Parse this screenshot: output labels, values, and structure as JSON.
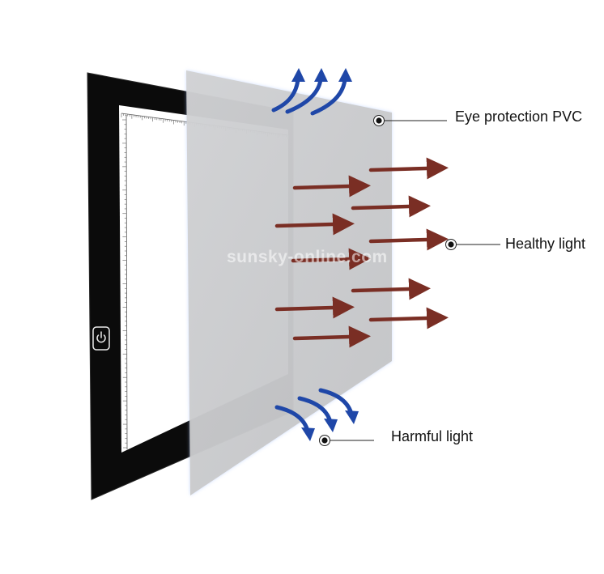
{
  "labels": {
    "eye_protection": "Eye protection PVC",
    "healthy_light": "Healthy light",
    "harmful_light": "Harmful light"
  },
  "watermark": "sunsky-online.com",
  "icons": {
    "power": "power-icon"
  },
  "colors": {
    "healthy_arrow": "#7a2e24",
    "harmful_arrow": "#1f47a8",
    "pvc_sheet": "#c9c9c9",
    "tablet_frame": "#0a0a0a"
  }
}
